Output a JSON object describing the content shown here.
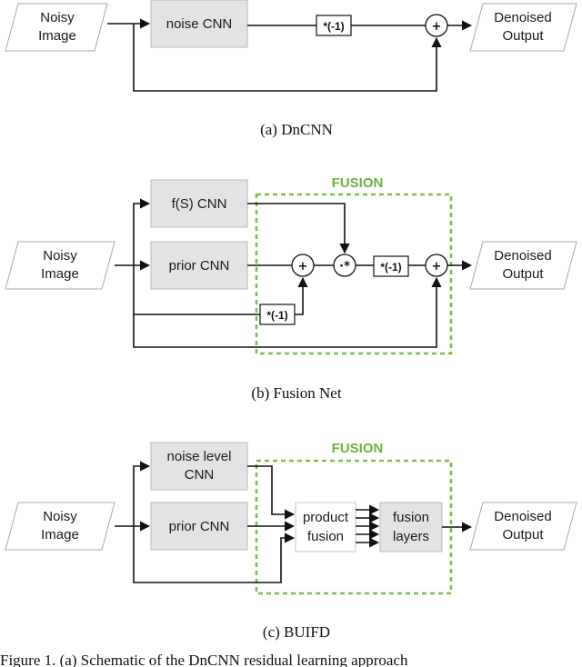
{
  "labels": {
    "noisy_image_line1": "Noisy",
    "noisy_image_line2": "Image",
    "denoised_output_line1": "Denoised",
    "denoised_output_line2": "Output",
    "noise_cnn": "noise CNN",
    "fs_cnn": "f(S) CNN",
    "prior_cnn": "prior CNN",
    "noise_level_cnn_line1": "noise level",
    "noise_level_cnn_line2": "CNN",
    "product_fusion_line1": "product",
    "product_fusion_line2": "fusion",
    "fusion_layers_line1": "fusion",
    "fusion_layers_line2": "layers",
    "fusion_region": "FUSION",
    "times_minus_one": "*(-1)",
    "plus": "+",
    "dot_product": "·*"
  },
  "captions": {
    "a": "(a)  DnCNN",
    "b": "(b)  Fusion Net",
    "c": "(c)  BUIFD",
    "figure": "Figure 1. (a) Schematic of the DnCNN residual learning approach"
  },
  "colors": {
    "fusion_green": "#7cbf4a",
    "box_gray": "#e3e3e3"
  }
}
